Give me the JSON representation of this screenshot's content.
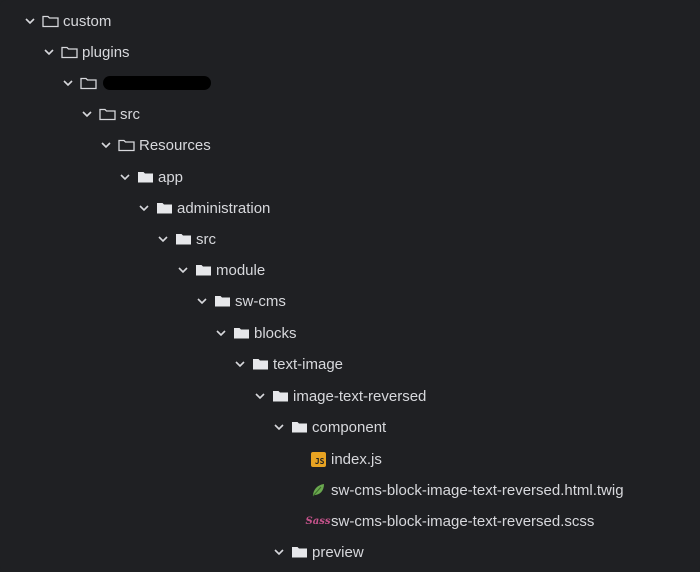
{
  "tree": {
    "items": [
      {
        "label": "custom",
        "kind": "folder-open-outline",
        "expanded": true
      },
      {
        "label": "plugins",
        "kind": "folder-open-outline",
        "expanded": true
      },
      {
        "label": "",
        "kind": "folder-open-outline",
        "expanded": true,
        "redacted": true
      },
      {
        "label": "src",
        "kind": "folder-open-outline",
        "expanded": true
      },
      {
        "label": "Resources",
        "kind": "folder-open-outline",
        "expanded": true
      },
      {
        "label": "app",
        "kind": "folder-solid",
        "expanded": true
      },
      {
        "label": "administration",
        "kind": "folder-solid",
        "expanded": true
      },
      {
        "label": "src",
        "kind": "folder-solid",
        "expanded": true
      },
      {
        "label": "module",
        "kind": "folder-solid",
        "expanded": true
      },
      {
        "label": "sw-cms",
        "kind": "folder-solid",
        "expanded": true
      },
      {
        "label": "blocks",
        "kind": "folder-solid",
        "expanded": true
      },
      {
        "label": "text-image",
        "kind": "folder-solid",
        "expanded": true
      },
      {
        "label": "image-text-reversed",
        "kind": "folder-solid",
        "expanded": true
      },
      {
        "label": "component",
        "kind": "folder-solid",
        "expanded": true
      },
      {
        "label": "index.js",
        "kind": "js-file-icon"
      },
      {
        "label": "sw-cms-block-image-text-reversed.html.twig",
        "kind": "twig-file-icon"
      },
      {
        "label": "sw-cms-block-image-text-reversed.scss",
        "kind": "sass-file-icon"
      },
      {
        "label": "preview",
        "kind": "folder-solid",
        "expanded": true
      }
    ],
    "js_badge_text": "JS",
    "sass_badge_text": "Sass",
    "colors": {
      "background": "#1f2023",
      "text": "#d7d8dc",
      "js": "#e8a322",
      "twig": "#6aa84f",
      "sass": "#c6538c"
    }
  }
}
